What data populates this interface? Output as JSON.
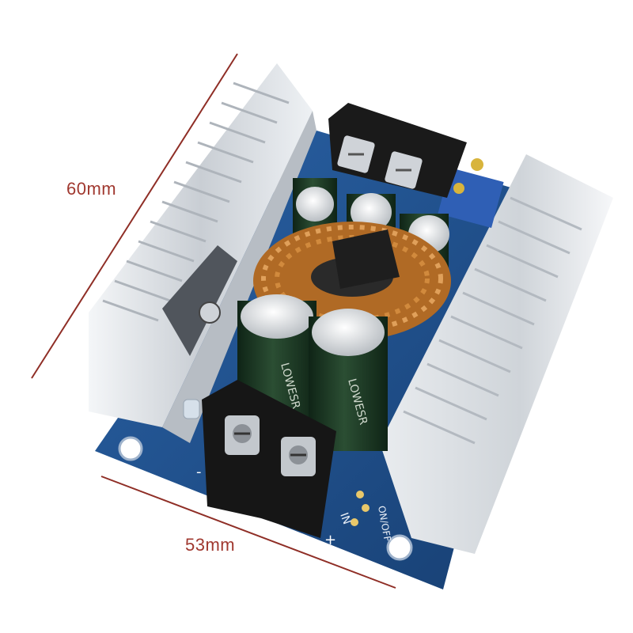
{
  "dimensions": {
    "height_label": "60mm",
    "width_label": "53mm"
  },
  "colors": {
    "dimension_line": "#8f2e26",
    "pcb": "#1f4f8c",
    "heatsink": "#d9dde2",
    "copper": "#c77b2e",
    "capacitor": "#1d3a25"
  },
  "board_markings": {
    "cap_text_1": "LOWESR",
    "cap_text_2": "LOWESR",
    "terminal_label": "IN",
    "switch_label": "ON/OFF",
    "polarity_plus": "+",
    "polarity_minus": "-"
  }
}
